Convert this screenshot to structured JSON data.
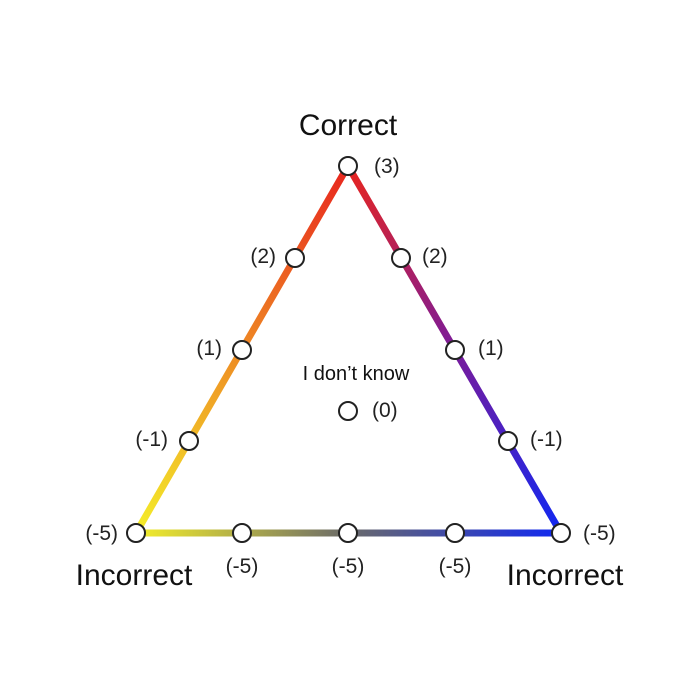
{
  "labels": {
    "top": "Correct",
    "bottom_left": "Incorrect",
    "bottom_right": "Incorrect",
    "center": "I don’t know"
  },
  "scores": {
    "top": "(3)",
    "left_upper": "(2)",
    "left_mid": "(1)",
    "left_lower": "(-1)",
    "left_corner": "(-5)",
    "right_upper": "(2)",
    "right_mid": "(1)",
    "right_lower": "(-1)",
    "right_corner": "(-5)",
    "bottom_1": "(-5)",
    "bottom_2": "(-5)",
    "bottom_3": "(-5)",
    "center": "(0)"
  },
  "colors": {
    "top": "#e8251e",
    "left_bottom": "#f4ee2a",
    "right_bottom": "#1028f2",
    "bottom_mid": "#6a6a6a",
    "right_mid": "#7a1b9a"
  }
}
